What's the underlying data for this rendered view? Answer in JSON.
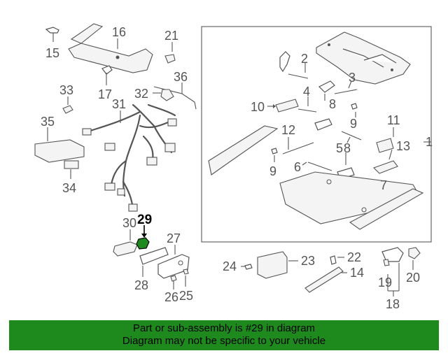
{
  "callouts": {
    "n1": "1",
    "n2": "2",
    "n3": "3",
    "n4": "4",
    "n5": "5",
    "n6": "6",
    "n7": "7",
    "n8a": "8",
    "n8b": "8",
    "n9a": "9",
    "n9b": "9",
    "n10": "10",
    "n11": "11",
    "n12": "12",
    "n13": "13",
    "n14": "14",
    "n15": "15",
    "n16": "16",
    "n17": "17",
    "n18": "18",
    "n19": "19",
    "n20": "20",
    "n21": "21",
    "n22": "22",
    "n23": "23",
    "n24": "24",
    "n25": "25",
    "n26": "26",
    "n27": "27",
    "n28": "28",
    "n29": "29",
    "n30": "30",
    "n31": "31",
    "n32": "32",
    "n33": "33",
    "n34": "34",
    "n35": "35",
    "n36": "36"
  },
  "highlight_color": "#1e8a1e",
  "banner": {
    "line1": "Part or sub-assembly is #29 in diagram",
    "line2": "Diagram may not be specific to your vehicle"
  }
}
